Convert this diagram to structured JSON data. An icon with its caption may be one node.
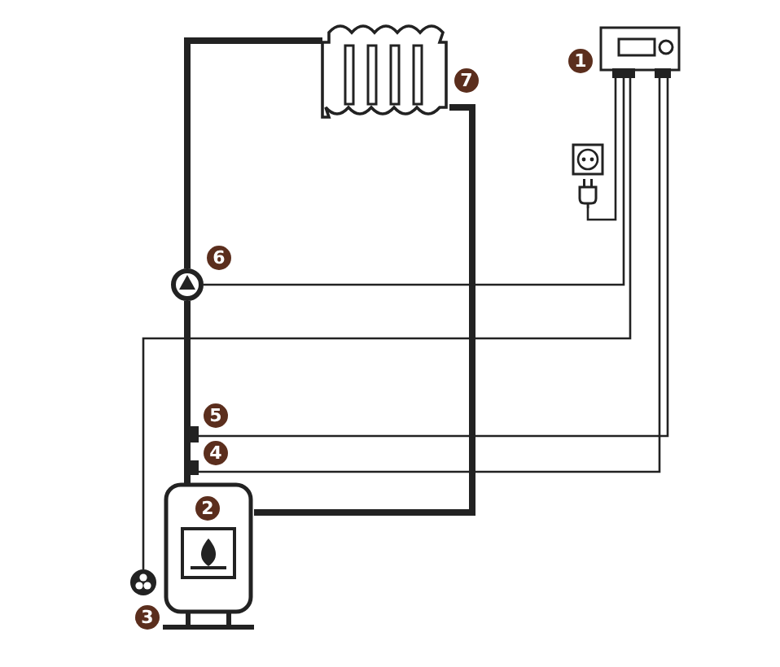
{
  "diagram": {
    "nodes": [
      {
        "text": [],
        "shape": "box",
        "beside": [
          "1"
        ]
      },
      {
        "text": [
          "2"
        ]
      },
      {
        "text": [],
        "shape": "fan",
        "beside": [
          "3"
        ]
      },
      {
        "text": [],
        "shape": "bar",
        "beside": [
          "4"
        ]
      },
      {
        "text": [],
        "shape": "bar",
        "beside": [
          "5"
        ]
      },
      {
        "text": [],
        "shape": "pump",
        "beside": [
          "6"
        ]
      },
      {
        "text": [],
        "shape": "radiator",
        "beside": [
          "7"
        ]
      },
      {
        "text": [],
        "shape": "socket"
      },
      {
        "text": [],
        "shape": "plug"
      }
    ],
    "edges": [
      {
        "from": 1,
        "to": 3,
        "arrow": "none",
        "style": "thick"
      },
      {
        "from": 3,
        "to": 4,
        "arrow": "none",
        "style": "thick"
      },
      {
        "from": 4,
        "to": 5,
        "arrow": "none",
        "style": "thick"
      },
      {
        "from": 5,
        "to": 6,
        "arrow": "none",
        "style": "thick"
      },
      {
        "from": 6,
        "to": 1,
        "arrow": "none",
        "style": "thick"
      },
      {
        "from": 0,
        "to": 8,
        "arrow": "none"
      },
      {
        "from": 0,
        "to": 5,
        "arrow": "none"
      },
      {
        "from": 0,
        "to": 2,
        "arrow": "none"
      },
      {
        "from": 0,
        "to": 4,
        "arrow": "none"
      },
      {
        "from": 0,
        "to": 3,
        "arrow": "none"
      }
    ]
  }
}
